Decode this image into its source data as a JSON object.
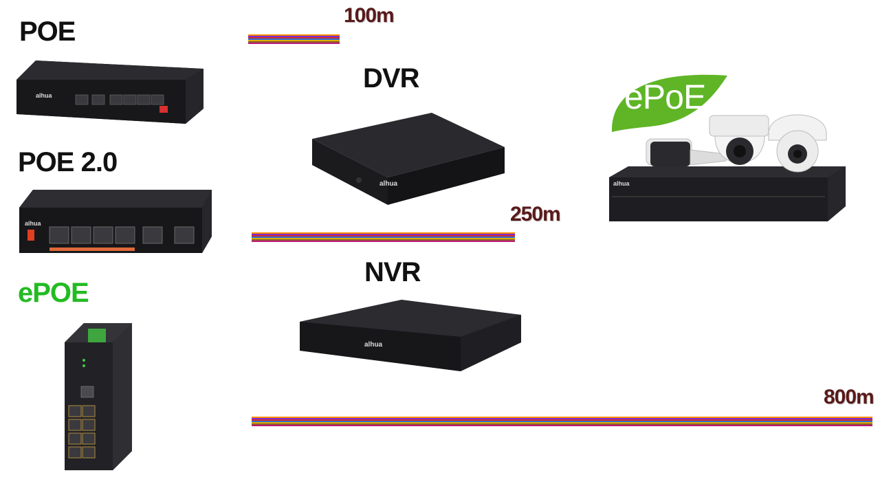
{
  "labels": {
    "poe": "POE",
    "poe2": "POE 2.0",
    "epoe": "ePOE",
    "dvr": "DVR",
    "nvr": "NVR"
  },
  "distances": {
    "d100": "100m",
    "d250": "250m",
    "d800": "800m"
  },
  "logo": {
    "epoe_badge": "ePoE"
  },
  "colors": {
    "epoe_green": "#22bb22",
    "distance_text": "#5a1a1a",
    "leaf_green": "#5fb526"
  }
}
